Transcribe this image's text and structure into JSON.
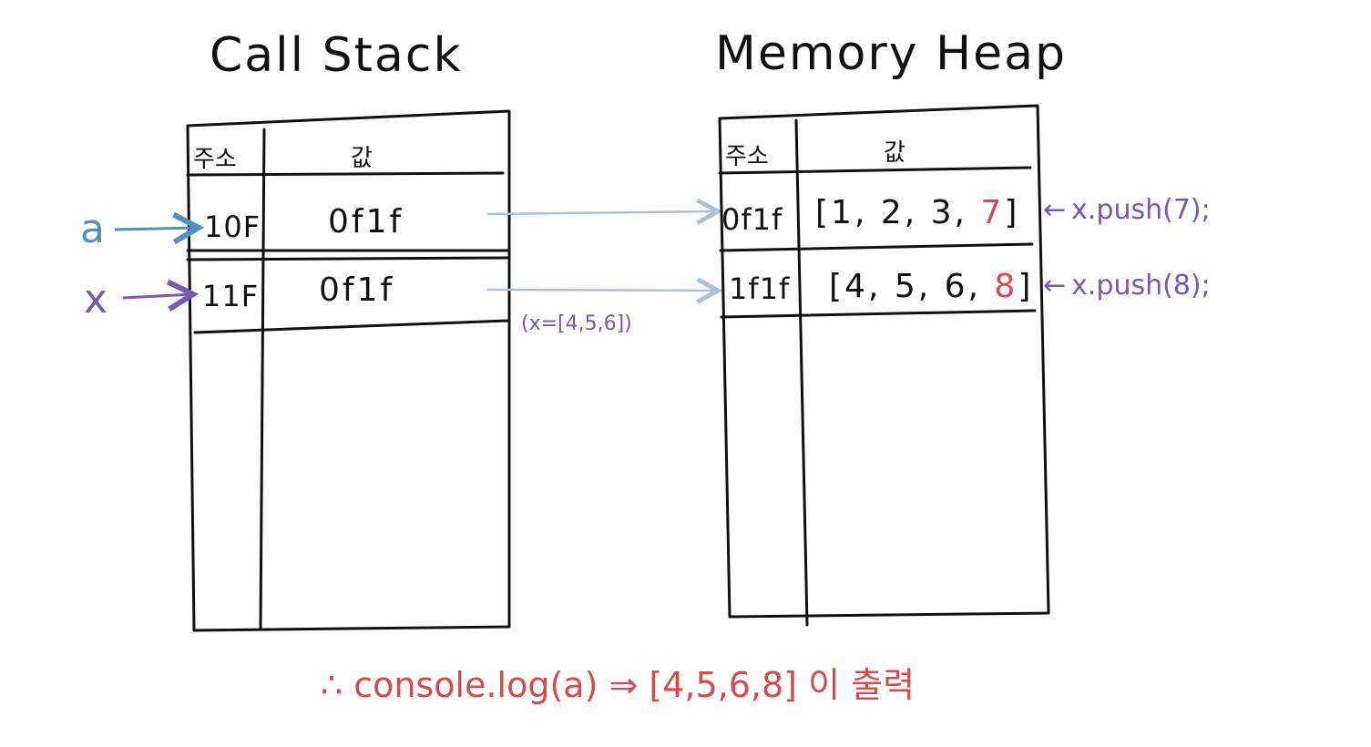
{
  "call_stack": {
    "title": "Call Stack",
    "header_address": "주소",
    "header_value": "값",
    "rows": [
      {
        "variable": "a",
        "address": "10F",
        "value": "0f1f"
      },
      {
        "variable": "x",
        "address": "11F",
        "value": "0f1f"
      }
    ]
  },
  "memory_heap": {
    "title": "Memory Heap",
    "header_address": "주소",
    "header_value": "값",
    "rows": [
      {
        "address": "0f1f",
        "value_prefix": "[1, 2, 3, ",
        "pushed": "7",
        "value_suffix": "]"
      },
      {
        "address": "1f1f",
        "value_prefix": "[4, 5, 6, ",
        "pushed": "8",
        "value_suffix": "]"
      }
    ]
  },
  "notes": {
    "reassign": "(x=[4,5,6])",
    "push_7": "x.push(7);",
    "push_8": "x.push(8);",
    "arrow_left": "←",
    "conclusion": "∴ console.log(a) ⇒ [4,5,6,8] 이 출력"
  },
  "colors": {
    "ink": "#111111",
    "blue": "#4f8fc4",
    "purple": "#7a56b5",
    "red": "#d84a4a",
    "arrow": "#a8c0d8"
  }
}
